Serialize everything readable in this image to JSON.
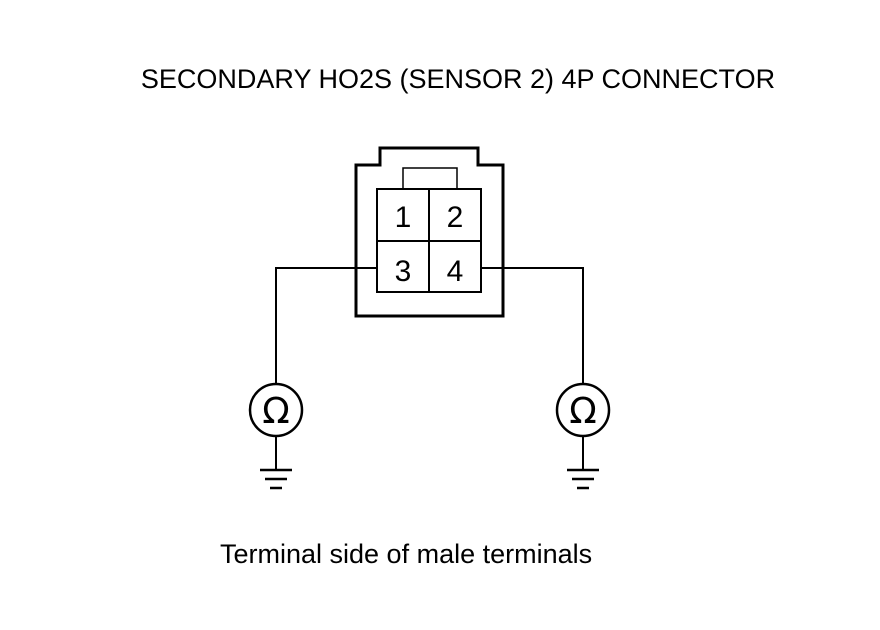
{
  "title": "SECONDARY HO2S (SENSOR 2) 4P CONNECTOR",
  "caption": "Terminal side of male terminals",
  "connector": {
    "pins": [
      "1",
      "2",
      "3",
      "4"
    ]
  },
  "meters": [
    {
      "symbol": "Ω",
      "connected_pin": "3",
      "icon": "ohmmeter-icon"
    },
    {
      "symbol": "Ω",
      "connected_pin": "4",
      "icon": "ohmmeter-icon"
    }
  ],
  "ground_icon": "ground-icon"
}
